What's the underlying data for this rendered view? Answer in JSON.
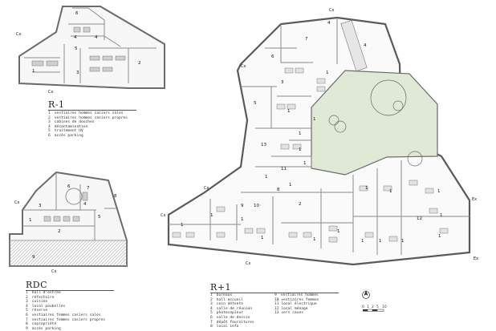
{
  "sheets": {
    "r_minus_1": {
      "title": "R-1",
      "legend": [
        {
          "n": "1",
          "t": "vestiaires hommes casiers sales"
        },
        {
          "n": "2",
          "t": "vestiaires hommes casiers propres"
        },
        {
          "n": "3",
          "t": "cabines de douches"
        },
        {
          "n": "4",
          "t": "décontamination"
        },
        {
          "n": "5",
          "t": "traitement UV"
        },
        {
          "n": "6",
          "t": "accès parking"
        }
      ]
    },
    "rdc": {
      "title": "RDC",
      "legend": [
        {
          "n": "1",
          "t": "hall d'entrée"
        },
        {
          "n": "2",
          "t": "réfectoire"
        },
        {
          "n": "3",
          "t": "cuisine"
        },
        {
          "n": "4",
          "t": "local poubelles"
        },
        {
          "n": "5",
          "t": "réserve"
        },
        {
          "n": "6",
          "t": "vestiaires femmes casiers sales"
        },
        {
          "n": "7",
          "t": "vestiaires femmes casiers propres"
        },
        {
          "n": "8",
          "t": "copropriété"
        },
        {
          "n": "9",
          "t": "accès parking"
        }
      ]
    },
    "r_plus_1": {
      "title": "R+1",
      "legend_col1": [
        {
          "n": "1",
          "t": "bureaux"
        },
        {
          "n": "2",
          "t": "hall accueil"
        },
        {
          "n": "3",
          "t": "coin détente"
        },
        {
          "n": "4",
          "t": "salle de réunion"
        },
        {
          "n": "5",
          "t": "photocopieur"
        },
        {
          "n": "6",
          "t": "salle de dessin"
        },
        {
          "n": "7",
          "t": "dépôt fournitures"
        },
        {
          "n": "8",
          "t": "local info"
        }
      ],
      "legend_col2": [
        {
          "n": "9",
          "t": "vestiaires hommes"
        },
        {
          "n": "10",
          "t": "vestiaires femmes"
        },
        {
          "n": "11",
          "t": "local électrique"
        },
        {
          "n": "12",
          "t": "local ménage"
        },
        {
          "n": "13",
          "t": "vers caves"
        }
      ]
    }
  },
  "room_numbers": {
    "r1": [
      "1",
      "2",
      "3",
      "4",
      "4",
      "5",
      "6"
    ],
    "rdc": [
      "1",
      "2",
      "3",
      "4",
      "5",
      "6",
      "7",
      "8",
      "9"
    ],
    "r_plus_1": [
      "7",
      "6",
      "4",
      "4",
      "3",
      "5",
      "1",
      "1",
      "1",
      "1",
      "1",
      "1",
      "1",
      "1",
      "1",
      "1",
      "1",
      "1",
      "1",
      "1",
      "11",
      "10",
      "9",
      "2",
      "8",
      "13",
      "12",
      "1",
      "1",
      "1",
      "1",
      "1",
      "1",
      "1",
      "1"
    ]
  },
  "section_tags": [
    "Cx",
    "Cx",
    "Cx",
    "Cx",
    "Cx",
    "Cx",
    "Cx",
    "Cx",
    "Cx",
    "Ex",
    "Ex"
  ],
  "scale": {
    "ticks": [
      "0",
      "1",
      "2",
      "5",
      "10"
    ]
  },
  "colors": {
    "courtyard": "#dfe9d6",
    "wall": "#7a7a7a",
    "wall_dark": "#4a4a4a",
    "line": "#8c8c8c"
  }
}
